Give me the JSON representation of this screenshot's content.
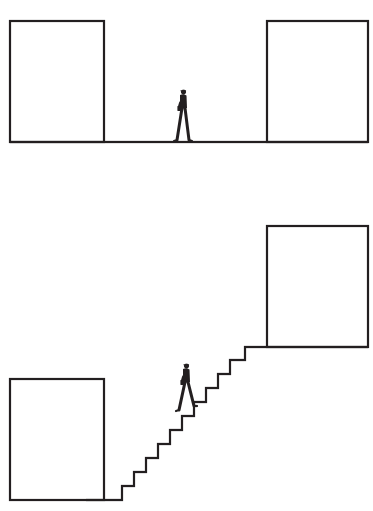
{
  "colors": {
    "background": "#ffffff",
    "stroke": "#231f20"
  },
  "panels": [
    {
      "name": "level-ground",
      "walker_icon": "person-walking-icon",
      "connection": "flat-floor"
    },
    {
      "name": "staircase",
      "walker_icon": "person-walking-icon",
      "connection": "stairs",
      "step_count": 11
    }
  ]
}
